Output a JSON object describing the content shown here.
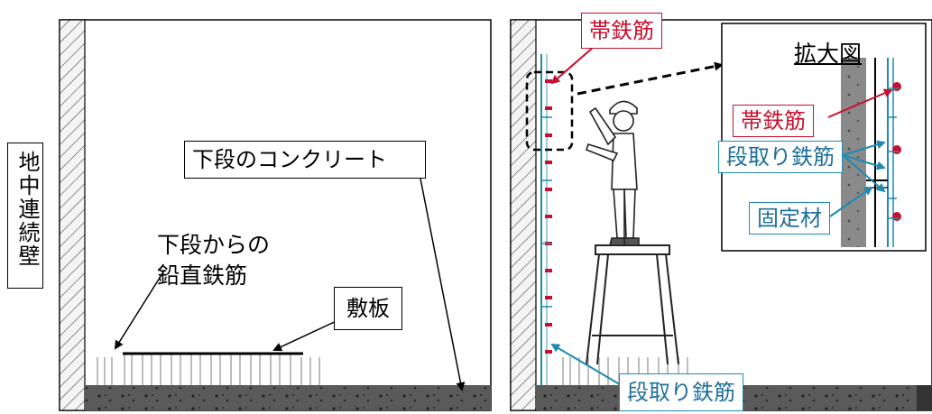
{
  "left_panel": {
    "wall_label": "地中連続壁",
    "lower_concrete": "下段のコンクリート",
    "vertical_rebar_line1": "下段からの",
    "vertical_rebar_line2": "鉛直鉄筋",
    "base_plate": "敷板"
  },
  "right_panel": {
    "hoop_rebar": "帯鉄筋",
    "setup_rebar_bottom": "段取り鉄筋",
    "inset": {
      "title": "拡大図",
      "hoop_rebar": "帯鉄筋",
      "setup_rebar": "段取り鉄筋",
      "fixing": "固定材"
    }
  },
  "colors": {
    "red": "#c8102e",
    "blue": "#1f8bb0",
    "slab": "#5a5a5a"
  }
}
